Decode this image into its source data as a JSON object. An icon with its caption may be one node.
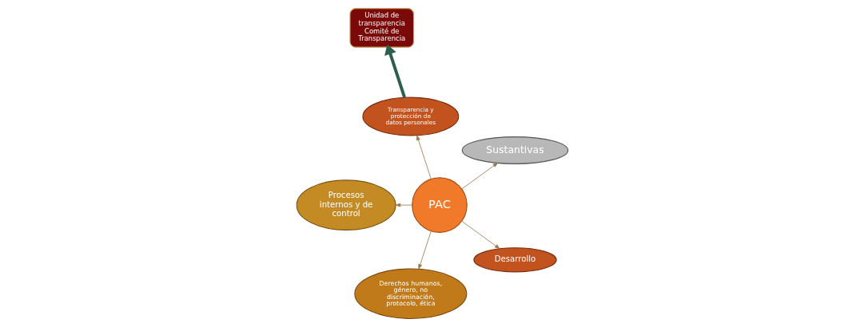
{
  "diagram": {
    "nodes": [
      {
        "text": [
          "Sustantivas"
        ]
      },
      {
        "text": [
          "Transparencia y protección de datos personales"
        ]
      },
      {
        "text": [
          "PAC"
        ]
      },
      {
        "text": [
          "Procesos internos y de control"
        ]
      },
      {
        "text": [
          "Unidad de transparencia Comité de Transparencia"
        ]
      },
      {
        "text": [
          "Derechos humanos, género, no discriminación, protocolo, ética"
        ]
      },
      {
        "text": [
          "Desarrollo"
        ]
      }
    ],
    "edges": [
      {
        "from": 2,
        "to": 0,
        "arrow": "to"
      },
      {
        "from": 2,
        "to": 3,
        "arrow": "to"
      },
      {
        "from": 2,
        "to": 5,
        "arrow": "to"
      },
      {
        "from": 2,
        "to": 6,
        "arrow": "to"
      },
      {
        "from": 2,
        "to": 1,
        "arrow": "to"
      },
      {
        "from": 1,
        "to": 4,
        "arrow": "to",
        "style": "thick",
        "color": "#2e5e4e"
      }
    ]
  }
}
